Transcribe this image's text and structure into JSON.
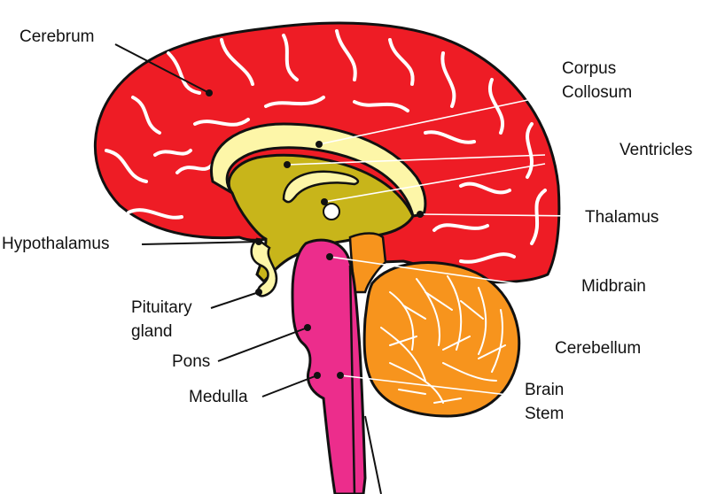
{
  "diagram": {
    "labels": {
      "cerebrum": [
        "Cerebrum"
      ],
      "corpus_collosum": [
        "Corpus",
        "Collosum"
      ],
      "ventricles": [
        "Ventricles"
      ],
      "thalamus": [
        "Thalamus"
      ],
      "hypothalamus": [
        "Hypothalamus"
      ],
      "midbrain": [
        "Midbrain"
      ],
      "pituitary_gland": [
        "Pituitary",
        "gland"
      ],
      "cerebellum": [
        "Cerebellum"
      ],
      "pons": [
        "Pons"
      ],
      "medulla": [
        "Medulla"
      ],
      "brain_stem": [
        "Brain",
        "Stem"
      ]
    },
    "colors": {
      "cerebrum": "#ee1c25",
      "corpus_collosum": "#fdf6a8",
      "inner_core": "#c8b51a",
      "brainstem": "#ec2d8c",
      "cerebellum": "#f7941d",
      "midbrain": "#f7941d",
      "gyri_lines": "#ffffff",
      "outline": "#111111",
      "leader_lines": "#111111"
    },
    "icons": {
      "structure_marker": "dot"
    }
  }
}
